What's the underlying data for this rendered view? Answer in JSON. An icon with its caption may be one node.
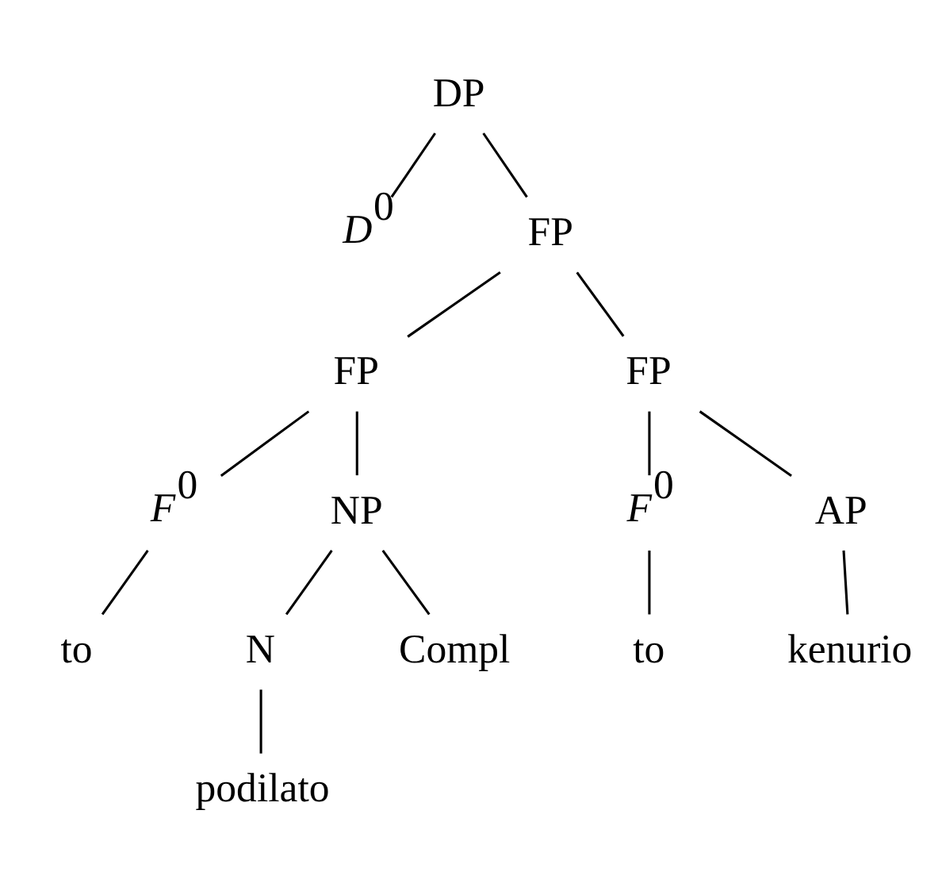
{
  "diagram": {
    "nodes": [
      {
        "text": [
          "DP"
        ]
      },
      {
        "text": [
          "*D*$^{0}$"
        ]
      },
      {
        "text": [
          "FP"
        ]
      },
      {
        "text": [
          "FP"
        ]
      },
      {
        "text": [
          "FP"
        ]
      },
      {
        "text": [
          "*F*$^{0}$"
        ]
      },
      {
        "text": [
          "NP"
        ]
      },
      {
        "text": [
          "*F*$^{0}$"
        ]
      },
      {
        "text": [
          "AP"
        ]
      },
      {
        "text": [
          "to"
        ]
      },
      {
        "text": [
          "N"
        ]
      },
      {
        "text": [
          "Compl"
        ]
      },
      {
        "text": [
          "to"
        ]
      },
      {
        "text": [
          "kenurio"
        ]
      },
      {
        "text": [
          "podilato"
        ]
      }
    ],
    "edges": [
      {
        "from": 0,
        "to": 1,
        "arrow": "none"
      },
      {
        "from": 0,
        "to": 2,
        "arrow": "none"
      },
      {
        "from": 2,
        "to": 3,
        "arrow": "none"
      },
      {
        "from": 2,
        "to": 4,
        "arrow": "none"
      },
      {
        "from": 3,
        "to": 5,
        "arrow": "none"
      },
      {
        "from": 3,
        "to": 6,
        "arrow": "none"
      },
      {
        "from": 4,
        "to": 7,
        "arrow": "none"
      },
      {
        "from": 4,
        "to": 8,
        "arrow": "none"
      },
      {
        "from": 5,
        "to": 9,
        "arrow": "none"
      },
      {
        "from": 6,
        "to": 10,
        "arrow": "none"
      },
      {
        "from": 6,
        "to": 11,
        "arrow": "none"
      },
      {
        "from": 7,
        "to": 12,
        "arrow": "none"
      },
      {
        "from": 8,
        "to": 13,
        "arrow": "none"
      },
      {
        "from": 10,
        "to": 14,
        "arrow": "none"
      }
    ]
  }
}
